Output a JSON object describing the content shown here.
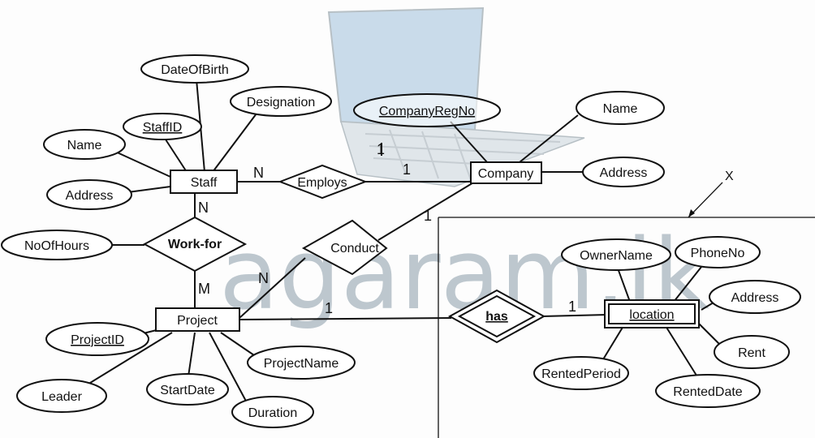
{
  "watermark": "agaram.lk",
  "entities": {
    "staff": "Staff",
    "company": "Company",
    "project": "Project",
    "location": "location"
  },
  "relationships": {
    "employs": "Employs",
    "work_for": "Work-for",
    "conduct": "Conduct",
    "has": "has"
  },
  "attributes": {
    "date_of_birth": "DateOfBirth",
    "designation": "Designation",
    "staff_id": "StaffID",
    "staff_name": "Name",
    "staff_address": "Address",
    "no_of_hours": "NoOfHours",
    "company_reg_no": "CompanyRegNo",
    "company_name": "Name",
    "company_address": "Address",
    "project_id": "ProjectID",
    "project_name": "ProjectName",
    "leader": "Leader",
    "start_date": "StartDate",
    "duration": "Duration",
    "owner_name": "OwnerName",
    "phone_no": "PhoneNo",
    "location_address": "Address",
    "rent": "Rent",
    "rented_period": "RentedPeriod",
    "rented_date": "RentedDate"
  },
  "cardinalities": {
    "staff_employs": "N",
    "company_employs": "1",
    "staff_workfor": "N",
    "project_workfor": "M",
    "project_conduct": "N",
    "company_conduct": "1",
    "project_has": "1",
    "location_has": "1",
    "company_left_mark": "1"
  },
  "region_marker": "X",
  "colors": {
    "watermark": "#8a9ba8",
    "laptop_screen": "#9fc0dc"
  }
}
